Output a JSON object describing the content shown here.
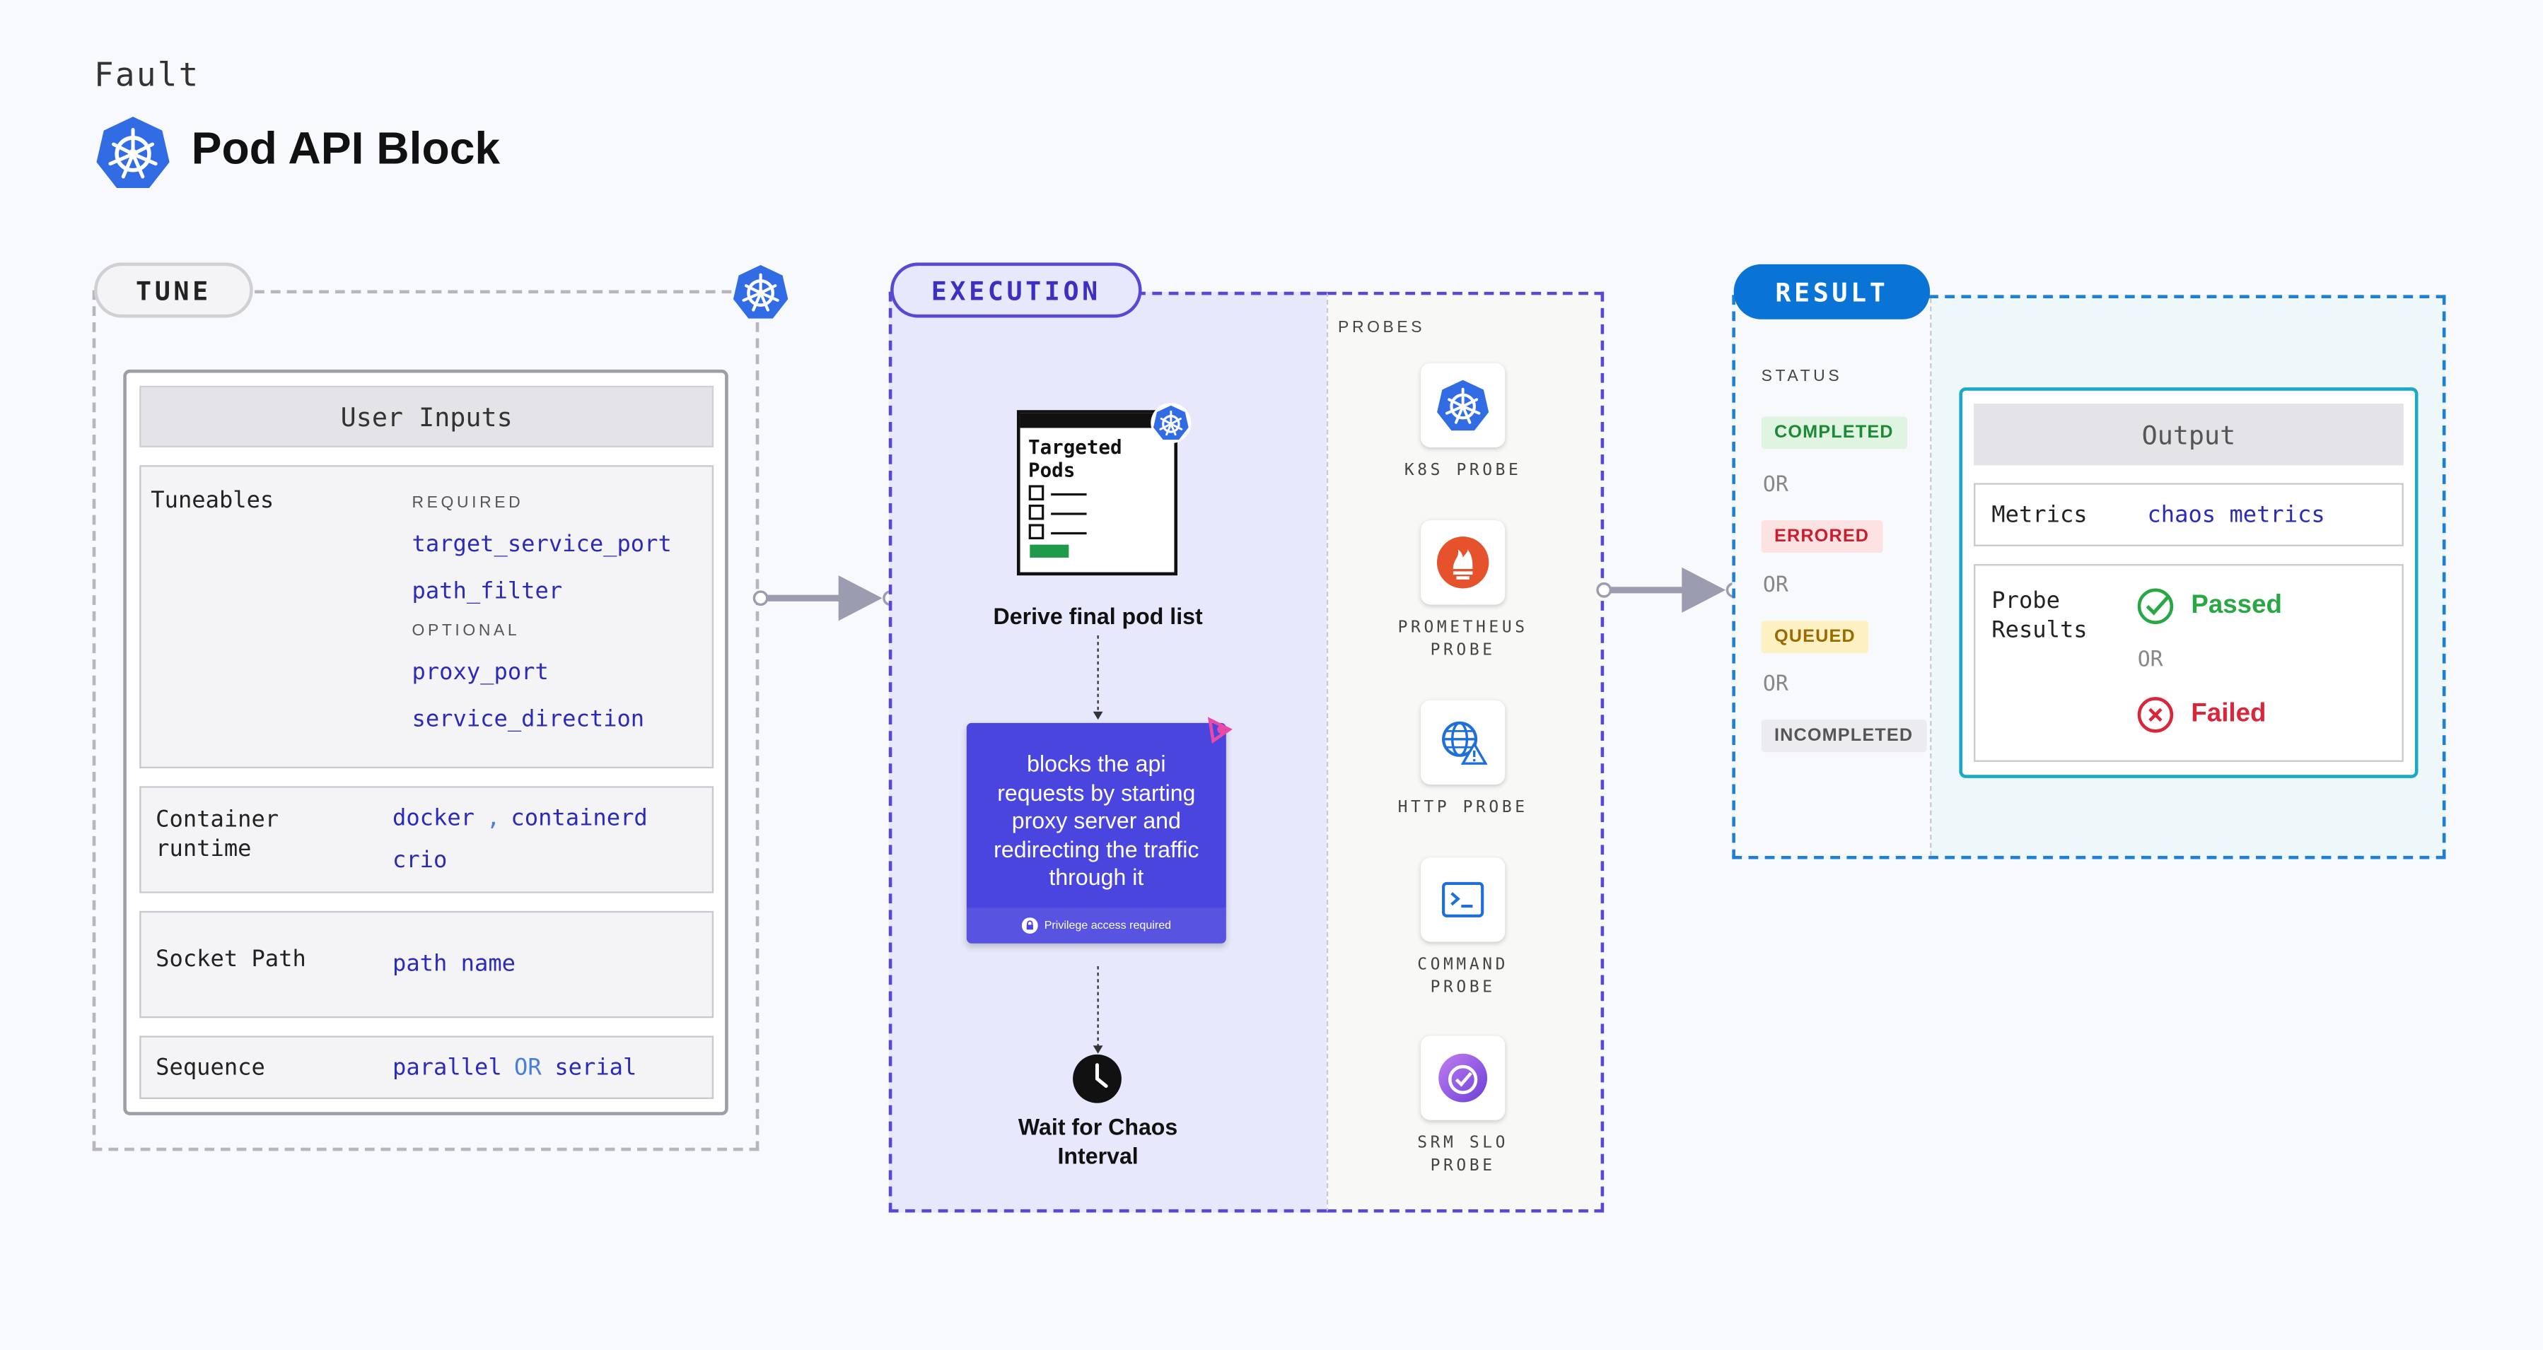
{
  "header": {
    "label": "Fault",
    "title": "Pod API Block"
  },
  "tune": {
    "pill": "TUNE",
    "user_inputs": "User Inputs",
    "tuneables_label": "Tuneables",
    "required_tag": "REQUIRED",
    "required": [
      "target_service_port",
      "path_filter"
    ],
    "optional_tag": "OPTIONAL",
    "optional": [
      "proxy_port",
      "service_direction"
    ],
    "container_runtime_label": [
      "Container",
      "runtime"
    ],
    "container_runtime_values": {
      "first": "docker",
      "sep": ",",
      "second": "containerd",
      "third": "crio"
    },
    "socket_path_label": "Socket Path",
    "socket_path_value": "path name",
    "sequence_label": "Sequence",
    "sequence_values": {
      "first": "parallel",
      "or": "OR",
      "second": "serial"
    }
  },
  "execution": {
    "pill": "EXECUTION",
    "targeted_pods_card": [
      "Targeted",
      "Pods"
    ],
    "step1": "Derive final pod list",
    "fault_card": [
      "blocks the api",
      "requests by starting",
      "proxy server and",
      "redirecting the traffic",
      "through it"
    ],
    "privilege_note": "Privilege access required",
    "step3": [
      "Wait for Chaos",
      "Interval"
    ]
  },
  "probes": {
    "title": "PROBES",
    "items": [
      {
        "icon": "k8s-icon",
        "label": [
          "K8S PROBE"
        ]
      },
      {
        "icon": "prometheus-icon",
        "label": [
          "PROMETHEUS",
          "PROBE"
        ]
      },
      {
        "icon": "http-icon",
        "label": [
          "HTTP PROBE"
        ]
      },
      {
        "icon": "command-icon",
        "label": [
          "COMMAND",
          "PROBE"
        ]
      },
      {
        "icon": "srm-slo-icon",
        "label": [
          "SRM SLO",
          "PROBE"
        ]
      }
    ]
  },
  "result": {
    "pill": "RESULT",
    "status_title": "STATUS",
    "statuses": [
      "COMPLETED",
      "ERRORED",
      "QUEUED",
      "INCOMPLETED"
    ],
    "or": "OR",
    "output_title": "Output",
    "metrics_label": "Metrics",
    "metrics_value": "chaos metrics",
    "probe_results_label": [
      "Probe",
      "Results"
    ],
    "passed": "Passed",
    "failed": "Failed"
  },
  "colors": {
    "execution_border": "#5848d6",
    "fault_card": "#4b45e0",
    "result_pill": "#0a74d6",
    "output_border": "#19a9c9",
    "passed": "#28a745",
    "failed": "#d9263b"
  }
}
